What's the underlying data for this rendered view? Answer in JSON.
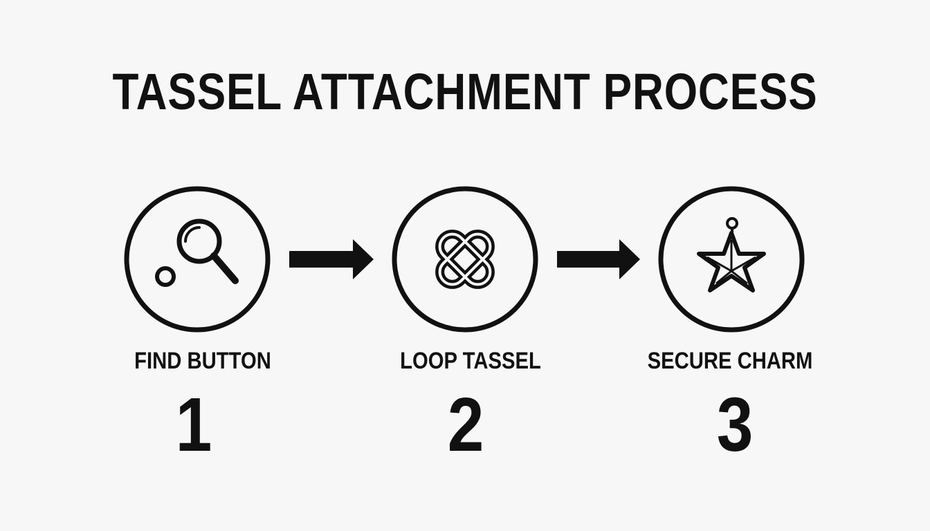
{
  "title": "TASSEL ATTACHMENT PROCESS",
  "colors": {
    "ink": "#111111",
    "background": "#f7f7f7"
  },
  "steps": [
    {
      "label": "FIND BUTTON",
      "number": "1",
      "icon": "magnifying-glass-icon"
    },
    {
      "label": "LOOP TASSEL",
      "number": "2",
      "icon": "interlocked-loops-icon"
    },
    {
      "label": "SECURE CHARM",
      "number": "3",
      "icon": "star-charm-icon"
    }
  ],
  "connectors": [
    "arrow-right-icon",
    "arrow-right-icon"
  ]
}
